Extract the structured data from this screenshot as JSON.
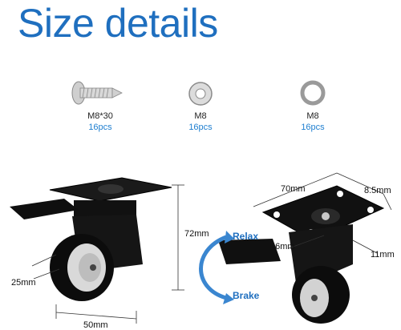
{
  "title": {
    "text": "Size details"
  },
  "hardware": [
    {
      "name": "M8*30",
      "qty": "16pcs"
    },
    {
      "name": "M8",
      "qty": "16pcs"
    },
    {
      "name": "M8",
      "qty": "16pcs"
    }
  ],
  "left_wheel": {
    "width": "50mm",
    "height": "72mm",
    "wheel_width": "25mm"
  },
  "right_wheel": {
    "plate_width": "70mm",
    "hole_spacing": "8.5mm",
    "plate_inner": "26mm",
    "plate_side": "11mm"
  },
  "brake": {
    "relax_label": "Relax",
    "brake_label": "Brake"
  },
  "colors": {
    "accent": "#1f6fbf",
    "dark": "#111111"
  }
}
